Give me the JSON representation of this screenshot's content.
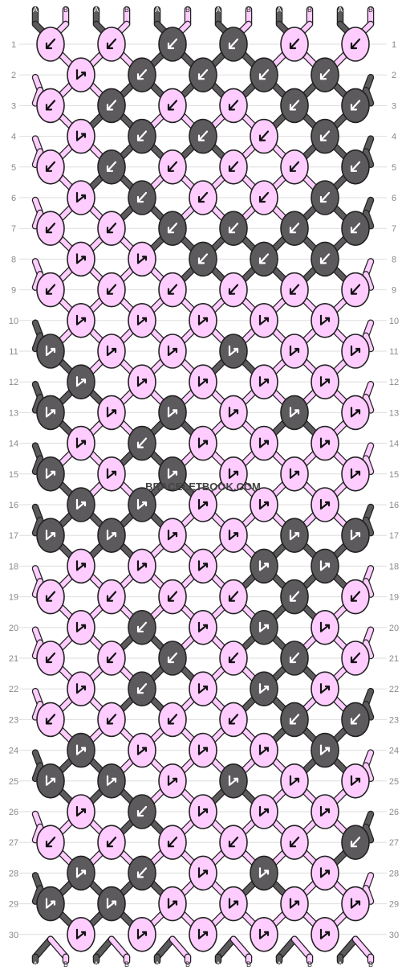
{
  "watermark": "BRACELETBOOK.COM",
  "colors": {
    "A": "#5c5a5c",
    "B": "#ffccff",
    "outline": "#222222",
    "arrow": "#111111",
    "grid": "#dddddd"
  },
  "row_labels": [
    "1",
    "2",
    "3",
    "4",
    "5",
    "6",
    "7",
    "8",
    "9",
    "10",
    "11",
    "12",
    "13",
    "14",
    "15",
    "16",
    "17",
    "18",
    "19",
    "20",
    "21",
    "22",
    "23",
    "24",
    "25",
    "26",
    "27",
    "28",
    "29",
    "30"
  ],
  "strands_top": [
    "A",
    "B",
    "A",
    "B",
    "A",
    "B",
    "A",
    "B",
    "A",
    "B",
    "A",
    "B"
  ],
  "strands_bottom": [
    "A",
    "B",
    "A",
    "B",
    "A",
    "B",
    "A",
    "B",
    "A",
    "B",
    "A",
    "B"
  ],
  "knot_colors": [
    "BBAABB",
    "BAAAA",
    "BABBAA",
    "BAABA",
    "BABBBA",
    "BABBA",
    "BBAAAA",
    "BBAAA",
    "BBBBBB",
    "BBBBB",
    "ABBABB",
    "ABBBB",
    "ABABAB",
    "BABBB",
    "ABABBB",
    "AABBB",
    "AABBAA",
    "BBBAA",
    "BBBBAB",
    "BABAB",
    "BBABAB",
    "BABAB",
    "BBBBAA",
    "ABBBA",
    "AABABB",
    "BABBB",
    "BBBBBA",
    "AABAB",
    "AABBBB",
    "BBBBB"
  ],
  "knot_arrows": [
    "LLLLLL",
    "RLLLL",
    "LLLLLL",
    "RLLLL",
    "LLLLLL",
    "RLLLL",
    "LLLLLL",
    "RRLLL",
    "LLLLLL",
    "RRRRR",
    "RRRRRR",
    "RRRRR",
    "RRRRRR",
    "RLRRR",
    "RRRRRR",
    "RRRRR",
    "RRRRRR",
    "RRRRR",
    "LLLLLL",
    "RLRRR",
    "LLLLLL",
    "RLRRR",
    "LLLLLL",
    "RRRRR",
    "RRRRRR",
    "RLRRR",
    "LLLLLL",
    "RLRRR",
    "RRRRRR",
    "RRRRR"
  ]
}
